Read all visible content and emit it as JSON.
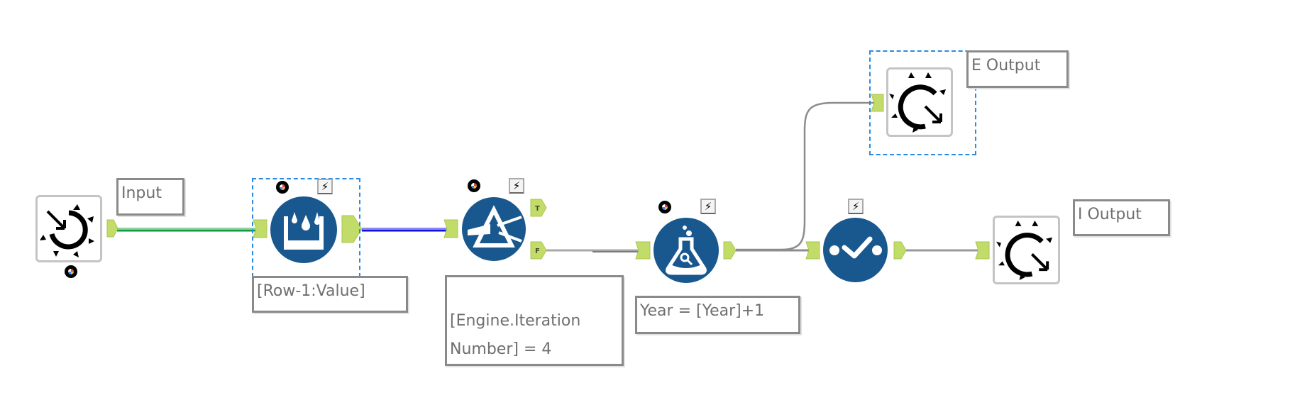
{
  "canvas": {
    "background": "#ffffff"
  },
  "colors": {
    "tool_blue": "#19588f",
    "anchor_green": "#c2dc6a",
    "connection_green": "#12993b",
    "connection_blue": "#1010e0",
    "connection_gray": "#8c8c8c",
    "selection_dash": "#2a8be0",
    "label_text": "#6f6f6f"
  },
  "tools": [
    {
      "id": "macro-input",
      "type": "Macro Input",
      "icon": "macro-input-gear-icon",
      "label": "Input"
    },
    {
      "id": "multi-row-formula",
      "type": "Multi-Row Formula",
      "icon": "multi-row-formula-icon",
      "annotation": "[Row-1:Value]",
      "selected": true
    },
    {
      "id": "filter",
      "type": "Filter",
      "icon": "filter-prism-icon",
      "annotation": "[Engine.Iteration Number] = 4",
      "anchors": {
        "true": "T",
        "false": "F"
      }
    },
    {
      "id": "formula",
      "type": "Formula",
      "icon": "formula-flask-icon",
      "annotation": "Year = [Year]+1"
    },
    {
      "id": "test",
      "type": "Test",
      "icon": "test-check-icon"
    },
    {
      "id": "macro-output-e",
      "type": "Macro Output",
      "icon": "macro-output-gear-icon",
      "label": "E Output",
      "selected": true
    },
    {
      "id": "macro-output-i",
      "type": "Macro Output",
      "icon": "macro-output-gear-icon",
      "label": "I Output"
    }
  ],
  "connections": [
    {
      "from": "macro-input",
      "to": "multi-row-formula",
      "color": "green"
    },
    {
      "from": "multi-row-formula",
      "to": "filter",
      "color": "blue"
    },
    {
      "from": "filter",
      "from_anchor": "F",
      "to": "formula",
      "color": "gray"
    },
    {
      "from": "formula",
      "to": "macro-output-e",
      "color": "gray"
    },
    {
      "from": "formula",
      "to": "test",
      "color": "gray"
    },
    {
      "from": "test",
      "to": "macro-output-i",
      "color": "gray"
    }
  ]
}
